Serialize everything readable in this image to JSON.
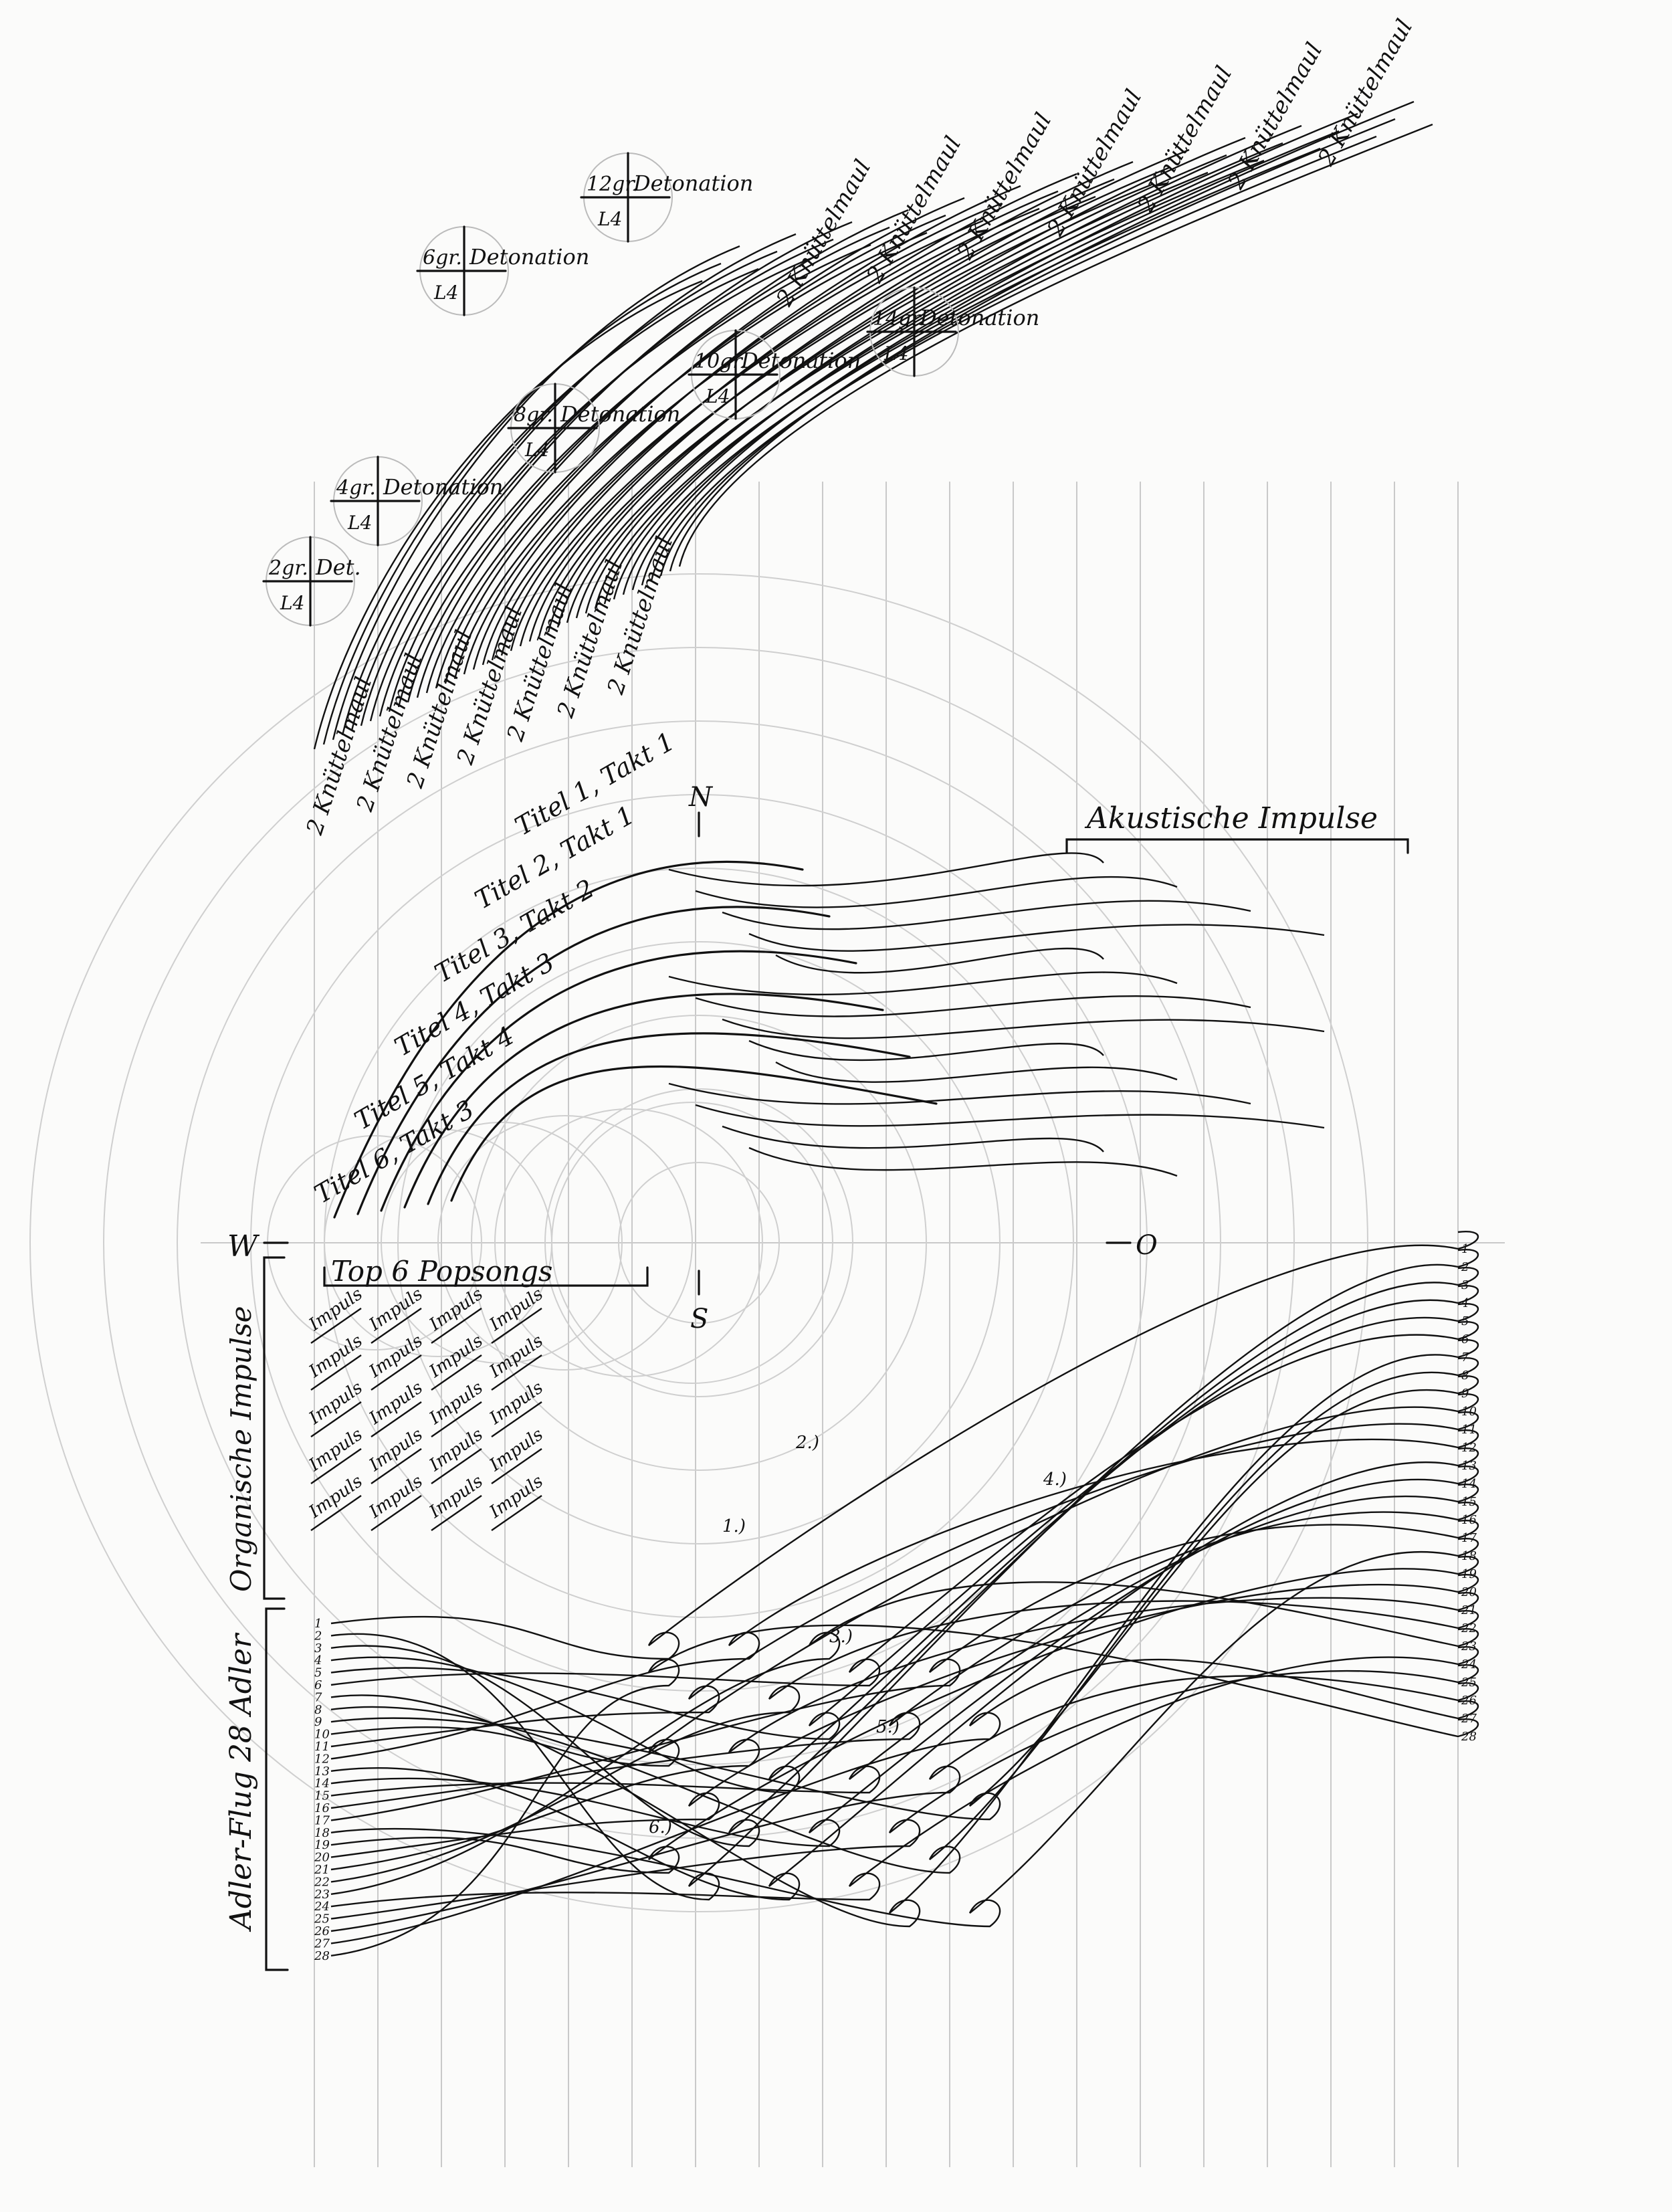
{
  "compass": {
    "north": "N",
    "west": "W",
    "east": "O",
    "south": "S"
  },
  "detonations": [
    {
      "charge": "2gr.",
      "label": "Det.",
      "code": "L4"
    },
    {
      "charge": "4gr.",
      "label": "Detonation",
      "code": "L4"
    },
    {
      "charge": "6gr.",
      "label": "Detonation",
      "code": "L4"
    },
    {
      "charge": "8gr.",
      "label": "Detonation",
      "code": "L4"
    },
    {
      "charge": "10gr.",
      "label": "Detonation",
      "code": "L4"
    },
    {
      "charge": "12gr.",
      "label": "Detonation",
      "code": "L4"
    },
    {
      "charge": "14gr.",
      "label": "Detonation",
      "code": "L4"
    }
  ],
  "knall_labels": [
    "2 Knüttelmaul",
    "2 Knüttelmaul",
    "2 Knüttelmaul",
    "2 Knüttelmaul",
    "2 Knüttelmaul",
    "2 Knüttelmaul",
    "2 Knüttelmaul",
    "2 Knüttelmaul",
    "2 Knüttelmaul",
    "2 Knüttelmaul",
    "2 Knüttelmaul",
    "2 Knüttelmaul",
    "2 Knüttelmaul",
    "2 Knüttelmaul"
  ],
  "sections": {
    "acoustic": "Akustische Impulse",
    "popsongs": "Top 6 Popsongs",
    "organic": "Organische Impulse",
    "eagle": "Adler-Flug 28 Adler"
  },
  "titles": [
    "Titel 6, Takt 3",
    "Titel 5, Takt 4",
    "Titel 4, Takt 3",
    "Titel 3, Takt 2",
    "Titel 2, Takt 1",
    "Titel 1, Takt 1"
  ],
  "impulse_label": "Impuls",
  "eagle_numbers": [
    "1",
    "2",
    "3",
    "4",
    "5",
    "6",
    "7",
    "8",
    "9",
    "10",
    "11",
    "12",
    "13",
    "14",
    "15",
    "16",
    "17",
    "18",
    "19",
    "20",
    "21",
    "22",
    "23",
    "24",
    "25",
    "26",
    "27",
    "28"
  ],
  "markers": [
    "1.)",
    "2.)",
    "3.)",
    "4.)",
    "5.)",
    "6.)"
  ]
}
